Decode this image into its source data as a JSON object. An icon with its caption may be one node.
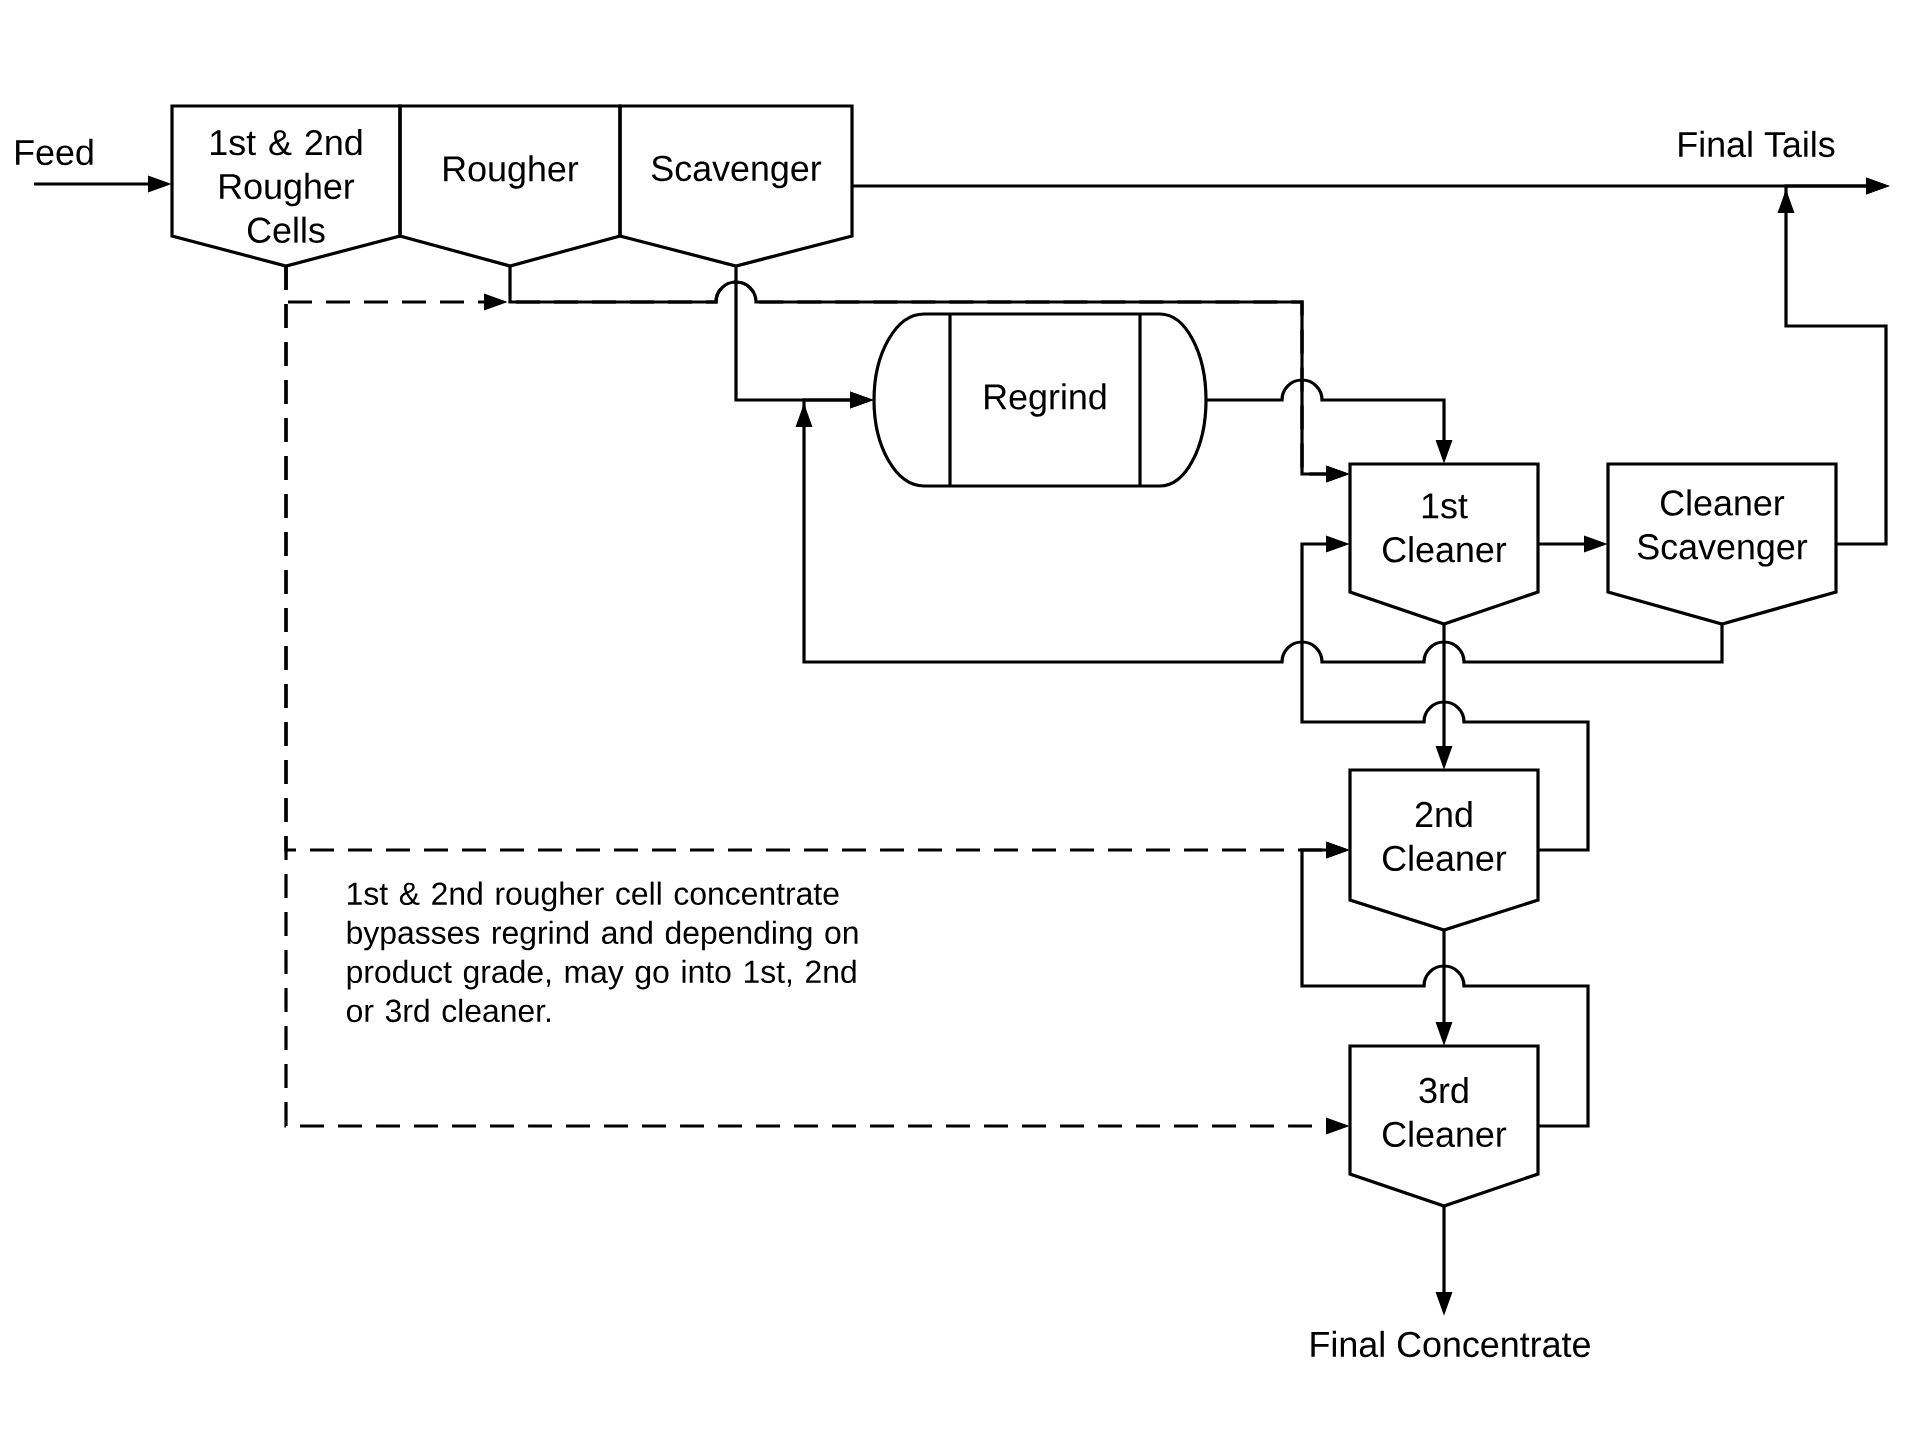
{
  "diagram": {
    "nodes": [
      {
        "text": [
          "Feed"
        ]
      },
      {
        "text": [
          "1st & 2nd Rougher Cells"
        ]
      },
      {
        "text": [
          "Rougher"
        ]
      },
      {
        "text": [
          "Scavenger"
        ]
      },
      {
        "text": [
          "Final Tails"
        ]
      },
      {
        "text": [
          "Regrind"
        ]
      },
      {
        "text": [
          "1st Cleaner"
        ]
      },
      {
        "text": [
          "Cleaner Scavenger"
        ]
      },
      {
        "text": [
          "2nd Cleaner"
        ]
      },
      {
        "text": [
          "3rd Cleaner"
        ]
      },
      {
        "text": [
          "Final Concentrate"
        ]
      }
    ],
    "edges": [
      {
        "from": 0,
        "to": 1,
        "arrow": "to"
      },
      {
        "from": 2,
        "to": 6,
        "arrow": "to"
      },
      {
        "from": 3,
        "to": 4,
        "arrow": "to"
      },
      {
        "from": 3,
        "to": 5,
        "arrow": "to"
      },
      {
        "from": 5,
        "to": 6,
        "arrow": "to"
      },
      {
        "from": 6,
        "to": 7,
        "arrow": "to"
      },
      {
        "from": 7,
        "to": 4,
        "arrow": "to"
      },
      {
        "from": 7,
        "to": 5,
        "arrow": "to"
      },
      {
        "from": 6,
        "to": 8,
        "arrow": "to"
      },
      {
        "from": 8,
        "to": 6,
        "arrow": "to"
      },
      {
        "from": 8,
        "to": 9,
        "arrow": "to"
      },
      {
        "from": 9,
        "to": 8,
        "arrow": "to"
      },
      {
        "from": 9,
        "to": 10,
        "arrow": "to"
      },
      {
        "from": 1,
        "to": 6,
        "arrow": "to",
        "style": "dashed"
      },
      {
        "from": 1,
        "to": 8,
        "arrow": "to",
        "style": "dashed"
      },
      {
        "from": 1,
        "to": 9,
        "arrow": "to",
        "style": "dashed"
      }
    ],
    "labels": [
      "1st & 2nd rougher cell concentrate bypasses regrind and depending on product grade, may go into 1st, 2nd or 3rd cleaner."
    ]
  }
}
